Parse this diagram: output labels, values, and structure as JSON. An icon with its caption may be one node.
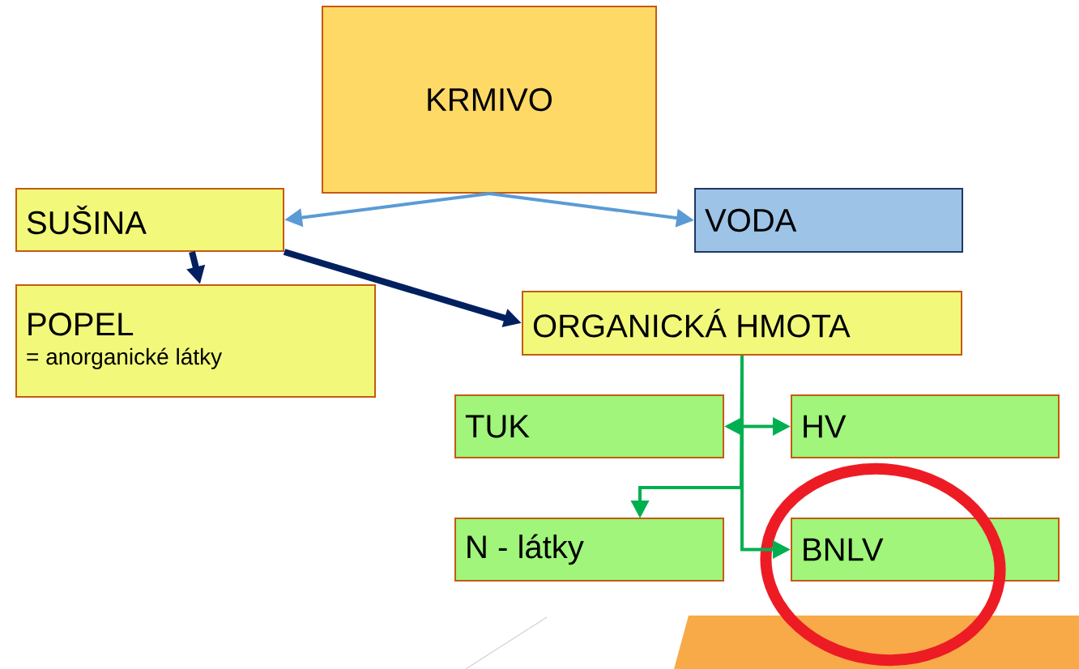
{
  "diagram": {
    "nodes": [
      {
        "text": [
          "KRMIVO"
        ]
      },
      {
        "text": [
          "SUŠINA"
        ]
      },
      {
        "text": [
          "VODA"
        ]
      },
      {
        "text": [
          "POPEL",
          "= anorganické látky"
        ]
      },
      {
        "text": [
          "ORGANICKÁ HMOTA"
        ]
      },
      {
        "text": [
          "TUK"
        ]
      },
      {
        "text": [
          "HV"
        ]
      },
      {
        "text": [
          "N - látky"
        ]
      },
      {
        "text": [
          "BNLV"
        ]
      },
      {
        "text": [],
        "shape": "circle"
      }
    ],
    "edges": [
      {
        "from": 0,
        "to": 1,
        "arrow": "to",
        "color": "#5b9bd5"
      },
      {
        "from": 0,
        "to": 2,
        "arrow": "to",
        "color": "#5b9bd5"
      },
      {
        "from": 1,
        "to": 3,
        "arrow": "to",
        "style": "thick",
        "color": "#002060"
      },
      {
        "from": 1,
        "to": 4,
        "arrow": "to",
        "style": "thick",
        "color": "#002060"
      },
      {
        "from": 4,
        "to": 5,
        "arrow": "to",
        "color": "#00b050"
      },
      {
        "from": 4,
        "to": 6,
        "arrow": "to",
        "color": "#00b050"
      },
      {
        "from": 4,
        "to": 7,
        "arrow": "to",
        "color": "#00b050"
      },
      {
        "from": 4,
        "to": 8,
        "arrow": "to",
        "color": "#00b050"
      }
    ]
  }
}
